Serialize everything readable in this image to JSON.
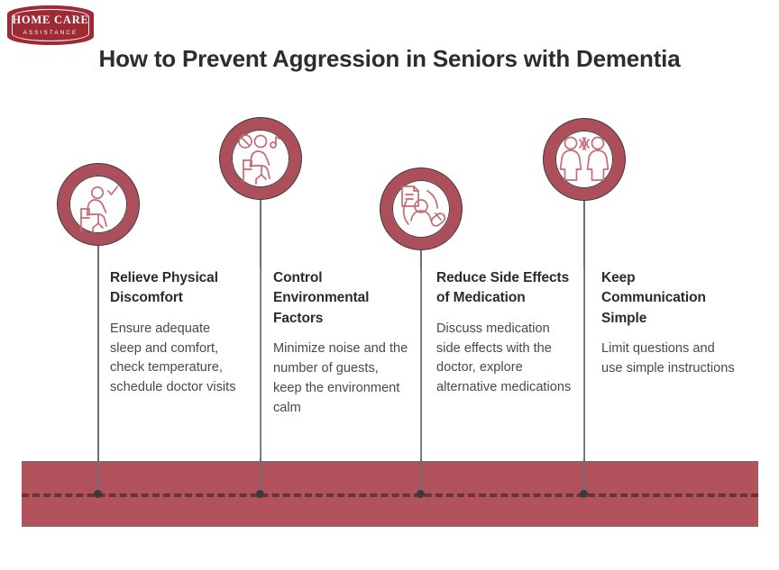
{
  "brand": {
    "logo_line1": "HOME CARE",
    "logo_line2": "ASSISTANCE",
    "logo_color": "#9e2a36"
  },
  "header": {
    "title": "How to Prevent Aggression in Seniors with Dementia",
    "title_color": "#2d2d2d"
  },
  "theme": {
    "ring_color": "#ac4f5a",
    "band_color": "#b2525d",
    "dash_color": "#6b3338",
    "stem_color": "#6f6f6f",
    "icon_line_color": "#c76a74",
    "heading_color": "#2b2b2b",
    "body_color": "#494949"
  },
  "steps": [
    {
      "icon": "seated-person-check-icon",
      "heading": "Relieve Physical Discomfort",
      "body": "Ensure adequate sleep and comfort, check temperature, schedule doctor visits"
    },
    {
      "icon": "no-noise-seated-person-icon",
      "heading": "Control Environmental Factors",
      "body": "Minimize noise and the number of guests, keep the environment calm"
    },
    {
      "icon": "patient-document-pill-icon",
      "heading": "Reduce Side Effects of Medication",
      "body": "Discuss medication side effects with the doctor, explore alternative medications"
    },
    {
      "icon": "two-people-talking-icon",
      "heading": "Keep Communication Simple",
      "body": "Limit questions and use simple instructions"
    }
  ]
}
